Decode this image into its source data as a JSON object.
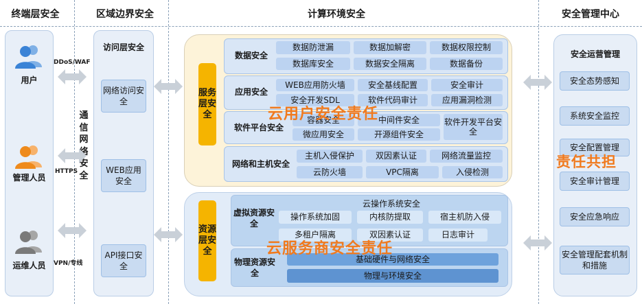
{
  "headers": {
    "terminal": "终端层安全",
    "region": "区域边界安全",
    "compute": "计算环境安全",
    "mgmt": "安全管理中心"
  },
  "terminal": {
    "roles": [
      "用户",
      "管理人员",
      "运维人员"
    ],
    "protocols": [
      "DDoS/WAF",
      "HTTPS",
      "VPN/专线"
    ],
    "comm": "通信网络安全"
  },
  "region": {
    "title": "访问层安全",
    "items": [
      "网络访问安全",
      "WEB应用安全",
      "API接口安全"
    ]
  },
  "service": {
    "tag": "服务层安全",
    "overlay": "云用户安全责任",
    "rows": [
      {
        "label": "数据安全",
        "chips": [
          "数据防泄漏",
          "数据加解密",
          "数据权限控制",
          "数据库安全",
          "数据安全隔离",
          "数据备份"
        ]
      },
      {
        "label": "应用安全",
        "chips": [
          "WEB应用防火墙",
          "安全基线配置",
          "安全审计",
          "安全开发SDL",
          "软件代码审计",
          "应用漏洞检测"
        ]
      },
      {
        "label": "软件平台安全",
        "chips": [
          "容器安全",
          "中间件安全",
          "软件开发平台安全",
          "微应用安全",
          "开源组件安全"
        ]
      },
      {
        "label": "网络和主机安全",
        "chips": [
          "主机入侵保护",
          "双因素认证",
          "网络流量监控",
          "云防火墙",
          "VPC隔离",
          "入侵检测"
        ]
      }
    ]
  },
  "resource": {
    "tag": "资源层安全",
    "overlay": "云服务商安全责任",
    "virtual": {
      "label": "虚拟资源安全",
      "title": "云操作系统安全",
      "chips": [
        "操作系统加固",
        "内核防提取",
        "宿主机防入侵",
        "多租户隔离",
        "双因素认证",
        "日志审计"
      ]
    },
    "physical": {
      "label": "物理资源安全",
      "chips": [
        "基础硬件与网络安全",
        "物理与环境安全"
      ]
    }
  },
  "mgmt": {
    "title": "安全运营管理",
    "overlay": "责任共担",
    "items": [
      "安全态势感知",
      "系统安全监控",
      "安全配置管理",
      "安全审计管理",
      "安全应急响应",
      "安全管理配套机制和措施"
    ]
  }
}
